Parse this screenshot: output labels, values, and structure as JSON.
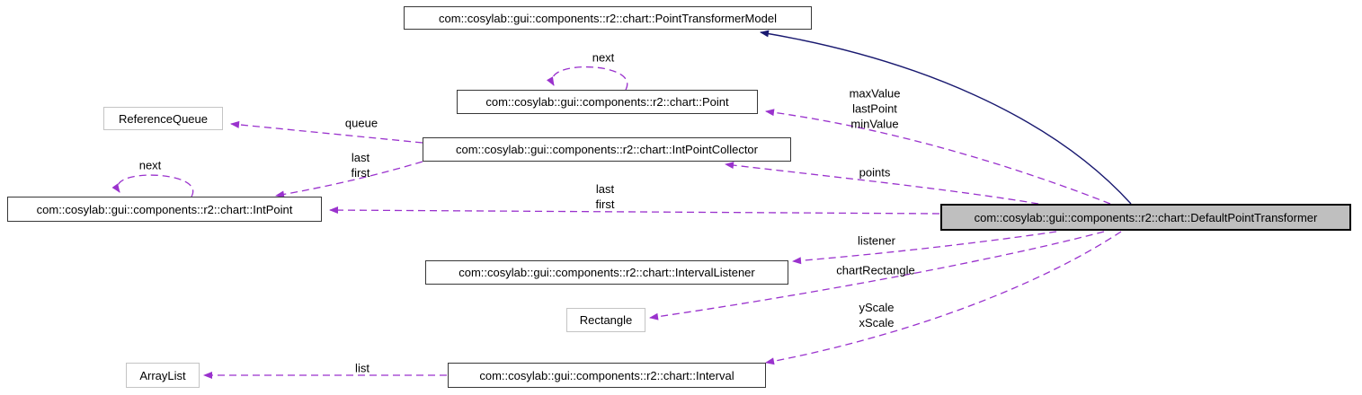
{
  "colors": {
    "usage_edge": "#9a32cd",
    "inheritance_edge": "#191970",
    "node_border": "#373737",
    "external_node_border": "#c4c4c4",
    "current_node_fill": "#bfbfbf",
    "node_fill": "#ffffff",
    "text": "#000000"
  },
  "nodes": [
    {
      "label": "com::cosylab::gui::components::r2::chart::PointTransformerModel",
      "type": "internal"
    },
    {
      "label": "com::cosylab::gui::components::r2::chart::Point",
      "type": "internal"
    },
    {
      "label": "ReferenceQueue",
      "type": "external"
    },
    {
      "label": "com::cosylab::gui::components::r2::chart::IntPointCollector",
      "type": "internal"
    },
    {
      "label": "com::cosylab::gui::components::r2::chart::IntPoint",
      "type": "internal"
    },
    {
      "label": "com::cosylab::gui::components::r2::chart::DefaultPointTransformer",
      "type": "current"
    },
    {
      "label": "com::cosylab::gui::components::r2::chart::IntervalListener",
      "type": "internal"
    },
    {
      "label": "Rectangle",
      "type": "external"
    },
    {
      "label": "ArrayList",
      "type": "external"
    },
    {
      "label": "com::cosylab::gui::components::r2::chart::Interval",
      "type": "internal"
    }
  ],
  "edges": [
    {
      "from": "DefaultPointTransformer",
      "to": "PointTransformerModel",
      "style": "solid",
      "label_lines": []
    },
    {
      "from": "Point",
      "to": "Point",
      "style": "dashed",
      "label_lines": [
        "next"
      ]
    },
    {
      "from": "IntPointCollector",
      "to": "ReferenceQueue",
      "style": "dashed",
      "label_lines": [
        "queue"
      ]
    },
    {
      "from": "IntPointCollector",
      "to": "IntPoint",
      "style": "dashed",
      "label_lines": [
        "last",
        "first"
      ]
    },
    {
      "from": "IntPoint",
      "to": "IntPoint",
      "style": "dashed",
      "label_lines": [
        "next"
      ]
    },
    {
      "from": "DefaultPointTransformer",
      "to": "Point",
      "style": "dashed",
      "label_lines": [
        "maxValue",
        "lastPoint",
        "minValue"
      ]
    },
    {
      "from": "DefaultPointTransformer",
      "to": "IntPointCollector",
      "style": "dashed",
      "label_lines": [
        "points"
      ]
    },
    {
      "from": "DefaultPointTransformer",
      "to": "IntPoint",
      "style": "dashed",
      "label_lines": [
        "last",
        "first"
      ]
    },
    {
      "from": "DefaultPointTransformer",
      "to": "IntervalListener",
      "style": "dashed",
      "label_lines": [
        "listener"
      ]
    },
    {
      "from": "DefaultPointTransformer",
      "to": "Rectangle",
      "style": "dashed",
      "label_lines": [
        "chartRectangle"
      ]
    },
    {
      "from": "DefaultPointTransformer",
      "to": "Interval",
      "style": "dashed",
      "label_lines": [
        "yScale",
        "xScale"
      ]
    },
    {
      "from": "Interval",
      "to": "ArrayList",
      "style": "dashed",
      "label_lines": [
        "list"
      ]
    }
  ]
}
